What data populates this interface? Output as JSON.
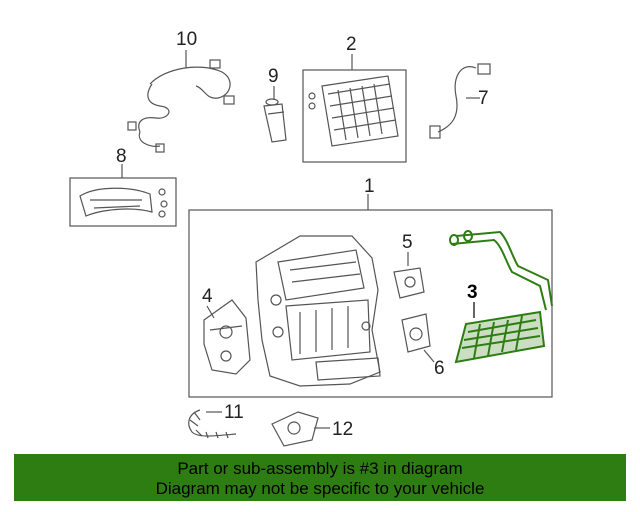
{
  "callouts": {
    "c1": "1",
    "c2": "2",
    "c3": "3",
    "c4": "4",
    "c5": "5",
    "c6": "6",
    "c7": "7",
    "c8": "8",
    "c9": "9",
    "c10": "10",
    "c11": "11",
    "c12": "12"
  },
  "highlight_part": "3",
  "colors": {
    "highlight": "#2e7d12",
    "line": "#555555",
    "banner_bg": "#2e7d12"
  },
  "banner": {
    "line1": "Part or sub-assembly is #3 in diagram",
    "line2": "Diagram may not be specific to your vehicle"
  }
}
